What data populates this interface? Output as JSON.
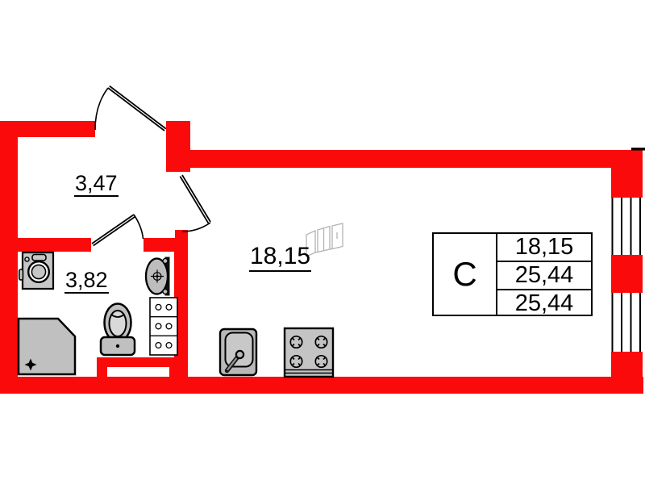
{
  "rooms": {
    "hallway": {
      "area": "3,47"
    },
    "bathroom": {
      "area": "3,82"
    },
    "living_kitchen": {
      "area": "18,15"
    }
  },
  "stamp": {
    "unit_type": "С",
    "rows": [
      "18,15",
      "25,44",
      "25,44"
    ]
  },
  "icons": [
    "washing-machine-icon",
    "bathroom-sink-icon",
    "bathroom-cabinet-icon",
    "toilet-icon",
    "shower-tray-icon",
    "shower-drain-icon",
    "kitchen-sink-icon",
    "stove-icon",
    "furniture-sketch-icon",
    "window-icon",
    "door-swing-icon"
  ],
  "colors": {
    "wall_red": "#fa0a0a",
    "fixture_gray": "#c6c6c6",
    "line_black": "#000000",
    "sketch_gray": "#b3b3b3"
  }
}
